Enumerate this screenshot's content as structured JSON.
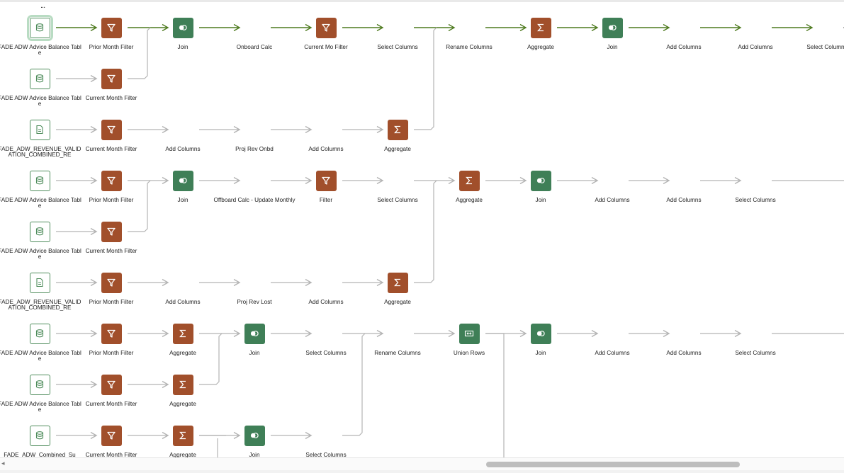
{
  "colors": {
    "source_border": "#4f8d5c",
    "filter": "#a14f2b",
    "aggregate": "#a14f2b",
    "join": "#3f7f57",
    "columns": "#3c7692",
    "union": "#3f7f57",
    "wire_active": "#4d7a1e",
    "wire_idle": "#b3b3b3"
  },
  "node_menu": "...",
  "rows": [
    {
      "active": true,
      "nodes": [
        {
          "type": "source",
          "icon": "database-icon",
          "label": "FADE ADW Advice Balance Table",
          "selected": true
        },
        {
          "type": "filter",
          "icon": "filter-icon",
          "label": "Prior Month Filter"
        },
        {
          "type": "join",
          "icon": "join-icon",
          "label": "Join"
        },
        {
          "type": "columns",
          "icon": "add-columns-icon",
          "label": "Onboard Calc"
        },
        {
          "type": "filter",
          "icon": "filter-icon",
          "label": "Current Mo Filter"
        },
        {
          "type": "columns",
          "icon": "select-columns-icon",
          "label": "Select Columns"
        },
        {
          "type": "columns",
          "icon": "rename-columns-icon",
          "label": "Rename Columns"
        },
        {
          "type": "agg",
          "icon": "sigma-icon",
          "label": "Aggregate"
        },
        {
          "type": "join",
          "icon": "join-icon",
          "label": "Join"
        },
        {
          "type": "columns",
          "icon": "add-columns-icon",
          "label": "Add Columns"
        },
        {
          "type": "columns",
          "icon": "add-columns-icon",
          "label": "Add Columns"
        },
        {
          "type": "columns",
          "icon": "select-columns-icon",
          "label": "Select Columns"
        }
      ]
    },
    {
      "nodes": [
        {
          "type": "source",
          "icon": "database-icon",
          "label": "FADE ADW Advice Balance Table"
        },
        {
          "type": "filter",
          "icon": "filter-icon",
          "label": "Current Month Filter"
        }
      ]
    },
    {
      "nodes": [
        {
          "type": "source",
          "icon": "file-icon",
          "label": "FADE_ADW_REVENUE_VALIDATION_COMBINED_RE"
        },
        {
          "type": "filter",
          "icon": "filter-icon",
          "label": "Current Month Filter"
        },
        {
          "type": "columns",
          "icon": "add-columns-icon",
          "label": "Add Columns"
        },
        {
          "type": "columns",
          "icon": "add-columns-icon",
          "label": "Proj Rev Onbd"
        },
        {
          "type": "columns",
          "icon": "add-columns-icon",
          "label": "Add Columns"
        },
        {
          "type": "agg",
          "icon": "sigma-icon",
          "label": "Aggregate"
        }
      ]
    },
    {
      "nodes": [
        {
          "type": "source",
          "icon": "database-icon",
          "label": "FADE ADW Advice Balance Table"
        },
        {
          "type": "filter",
          "icon": "filter-icon",
          "label": "Prior Month Filter"
        },
        {
          "type": "join",
          "icon": "join-icon",
          "label": "Join"
        },
        {
          "type": "columns",
          "icon": "add-columns-icon",
          "label": "Offboard Calc - Update Monthly"
        },
        {
          "type": "filter",
          "icon": "filter-icon",
          "label": "Filter"
        },
        {
          "type": "columns",
          "icon": "select-columns-icon",
          "label": "Select Columns"
        },
        {
          "type": "agg",
          "icon": "sigma-icon",
          "label": "Aggregate"
        },
        {
          "type": "join",
          "icon": "join-icon",
          "label": "Join"
        },
        {
          "type": "columns",
          "icon": "add-columns-icon",
          "label": "Add Columns"
        },
        {
          "type": "columns",
          "icon": "add-columns-icon",
          "label": "Add Columns"
        },
        {
          "type": "columns",
          "icon": "select-columns-icon",
          "label": "Select Columns"
        }
      ]
    },
    {
      "nodes": [
        {
          "type": "source",
          "icon": "database-icon",
          "label": "FADE ADW Advice Balance Table"
        },
        {
          "type": "filter",
          "icon": "filter-icon",
          "label": "Current Month Filter"
        }
      ]
    },
    {
      "nodes": [
        {
          "type": "source",
          "icon": "file-icon",
          "label": "FADE_ADW_REVENUE_VALIDATION_COMBINED_RE"
        },
        {
          "type": "filter",
          "icon": "filter-icon",
          "label": "Prior Month Filter"
        },
        {
          "type": "columns",
          "icon": "add-columns-icon",
          "label": "Add Columns"
        },
        {
          "type": "columns",
          "icon": "add-columns-icon",
          "label": "Proj Rev Lost"
        },
        {
          "type": "columns",
          "icon": "add-columns-icon",
          "label": "Add Columns"
        },
        {
          "type": "agg",
          "icon": "sigma-icon",
          "label": "Aggregate"
        }
      ]
    },
    {
      "nodes": [
        {
          "type": "source",
          "icon": "database-icon",
          "label": "FADE ADW Advice Balance Table"
        },
        {
          "type": "filter",
          "icon": "filter-icon",
          "label": "Prior Month Filter"
        },
        {
          "type": "agg",
          "icon": "sigma-icon",
          "label": "Aggregate"
        },
        {
          "type": "join",
          "icon": "join-icon",
          "label": "Join"
        },
        {
          "type": "columns",
          "icon": "select-columns-icon",
          "label": "Select Columns"
        },
        {
          "type": "columns",
          "icon": "rename-columns-icon",
          "label": "Rename Columns"
        },
        {
          "type": "union",
          "icon": "union-rows-icon",
          "label": "Union Rows"
        },
        {
          "type": "join",
          "icon": "join-icon",
          "label": "Join"
        },
        {
          "type": "columns",
          "icon": "add-columns-icon",
          "label": "Add Columns"
        },
        {
          "type": "columns",
          "icon": "add-columns-icon",
          "label": "Add Columns"
        },
        {
          "type": "columns",
          "icon": "select-columns-icon",
          "label": "Select Columns"
        }
      ]
    },
    {
      "nodes": [
        {
          "type": "source",
          "icon": "database-icon",
          "label": "FADE ADW Advice Balance Table"
        },
        {
          "type": "filter",
          "icon": "filter-icon",
          "label": "Current Month Filter"
        },
        {
          "type": "agg",
          "icon": "sigma-icon",
          "label": "Aggregate"
        }
      ]
    },
    {
      "nodes": [
        {
          "type": "source",
          "icon": "database-icon",
          "label": "FADE_ADW_Combined_Su"
        },
        {
          "type": "filter",
          "icon": "filter-icon",
          "label": "Current Month Filter"
        },
        {
          "type": "agg",
          "icon": "sigma-icon",
          "label": "Aggregate"
        },
        {
          "type": "join",
          "icon": "join-icon",
          "label": "Join"
        },
        {
          "type": "columns",
          "icon": "select-columns-icon",
          "label": "Select Columns"
        }
      ]
    }
  ],
  "scrollbar": {
    "left_arrow": "◂",
    "position": 0.6
  }
}
